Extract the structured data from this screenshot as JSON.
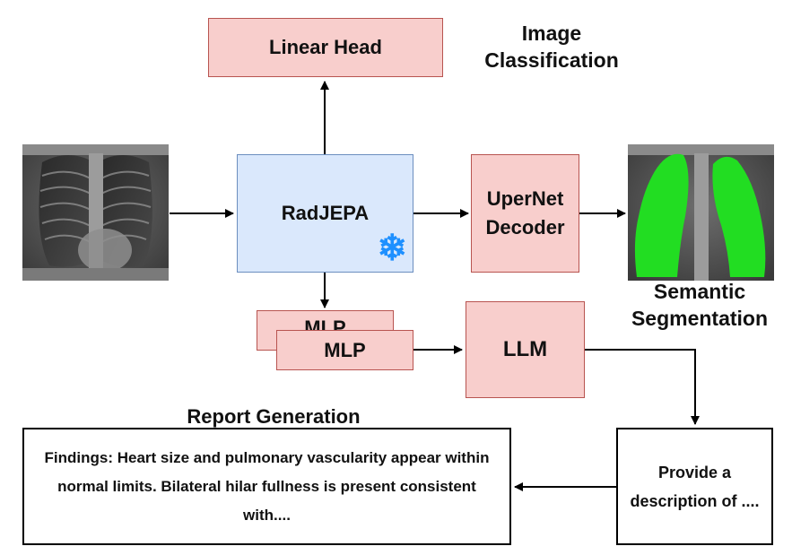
{
  "diagram": {
    "linear_head": "Linear Head",
    "image_classification": "Image\nClassification",
    "radjepa": "RadJEPA",
    "upernet_line1": "UperNet",
    "upernet_line2": "Decoder",
    "semantic_segmentation": "Semantic\nSegmentation",
    "mlp_back": "MLP",
    "mlp_front": "MLP",
    "llm": "LLM",
    "report_generation": "Report Generation",
    "findings_text": "Findings: Heart size and pulmonary vascularity appear within normal limits. Bilateral hilar fullness is present consistent with....",
    "prompt_text": "Provide a description of ....",
    "snowflake_icon": "snowflake-icon",
    "colors": {
      "pink_fill": "#f8cecc",
      "pink_stroke": "#b85450",
      "blue_fill": "#dae8fc",
      "blue_stroke": "#6c8ebf",
      "segmentation_green": "#22dd22",
      "snowflake": "#1e90ff"
    }
  }
}
